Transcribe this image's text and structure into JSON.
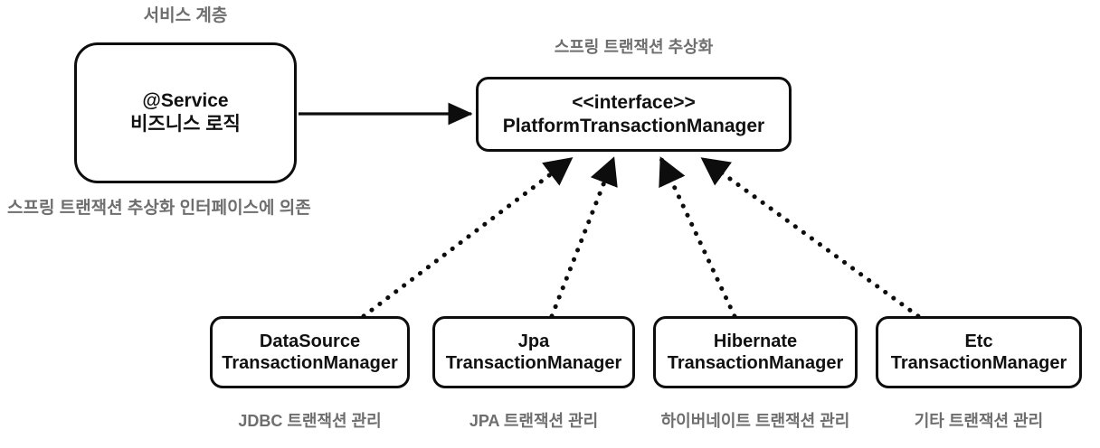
{
  "diagram": {
    "title_implied": "Spring Transaction Abstraction",
    "background_color": "#ffffff",
    "stroke_color": "#0d0d0d",
    "caption_color": "#6e6e6e",
    "captions": {
      "service_layer": "서비스 계층",
      "spring_abstraction": "스프링 트랜잭션 추상화",
      "depends_on_abstraction": "스프링 트랜잭션 추상화 인터페이스에 의존"
    },
    "nodes": {
      "service": {
        "line1": "@Service",
        "line2": "비즈니스 로직"
      },
      "interface": {
        "line1": "<<interface>>",
        "line2": "PlatformTransactionManager"
      }
    },
    "implementations": [
      {
        "line1": "DataSource",
        "line2": "TransactionManager",
        "caption": "JDBC 트랜잭션 관리"
      },
      {
        "line1": "Jpa",
        "line2": "TransactionManager",
        "caption": "JPA 트랜잭션 관리"
      },
      {
        "line1": "Hibernate",
        "line2": "TransactionManager",
        "caption": "하이버네이트 트랜잭션 관리"
      },
      {
        "line1": "Etc",
        "line2": "TransactionManager",
        "caption": "기타 트랜잭션 관리"
      }
    ],
    "connectors": {
      "solid_arrow": {
        "from": "@Service",
        "to": "PlatformTransactionManager",
        "style": "solid-arrow"
      },
      "dashed_arrows": [
        {
          "from": "DataSourceTransactionManager",
          "to": "PlatformTransactionManager",
          "style": "dotted-implements-arrow"
        },
        {
          "from": "JpaTransactionManager",
          "to": "PlatformTransactionManager",
          "style": "dotted-implements-arrow"
        },
        {
          "from": "HibernateTransactionManager",
          "to": "PlatformTransactionManager",
          "style": "dotted-implements-arrow"
        },
        {
          "from": "EtcTransactionManager",
          "to": "PlatformTransactionManager",
          "style": "dotted-implements-arrow"
        }
      ]
    }
  }
}
